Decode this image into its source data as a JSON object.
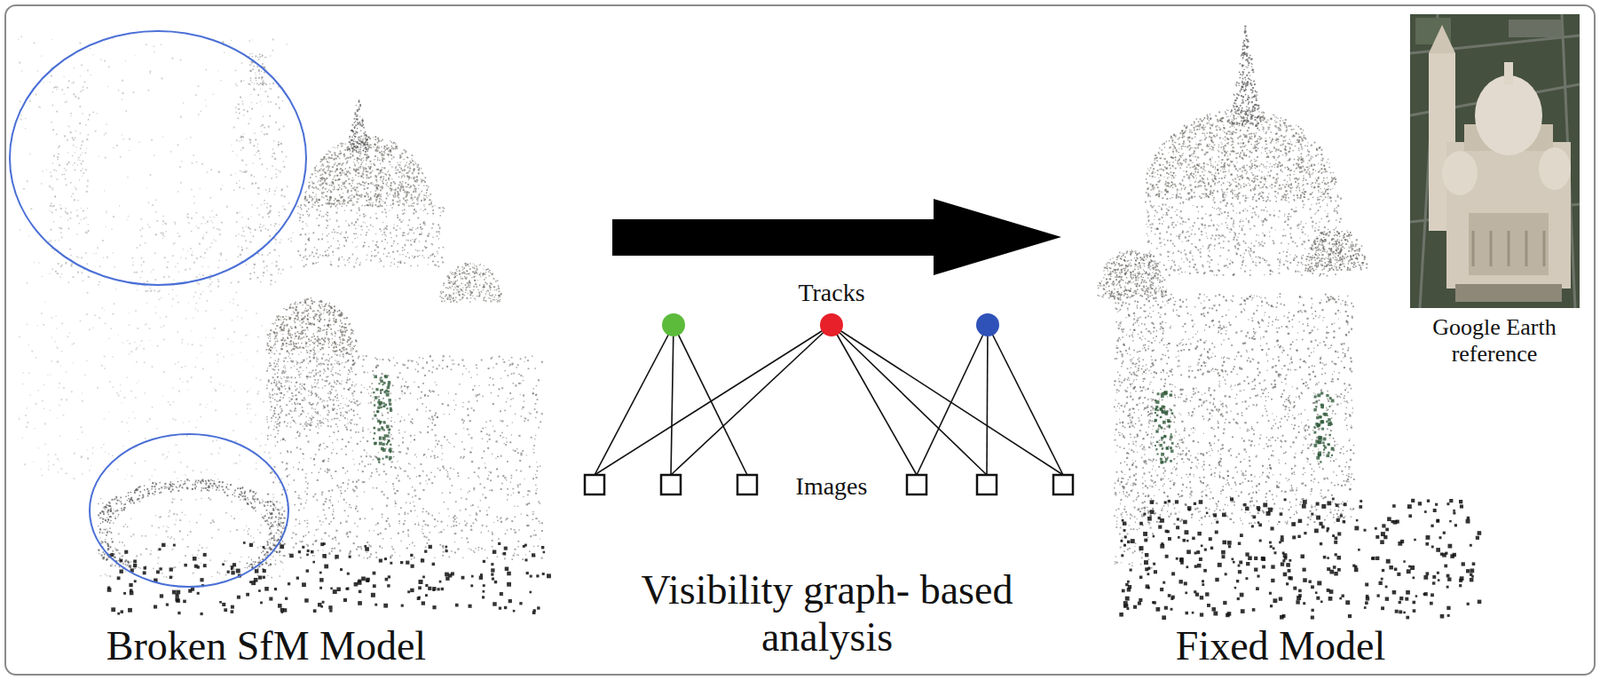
{
  "diagram": {
    "labels": [
      "Broken SfM Model",
      "Tracks",
      "Images",
      "Visibility graph- based analysis",
      "Fixed Model",
      "Google Earth reference"
    ]
  }
}
